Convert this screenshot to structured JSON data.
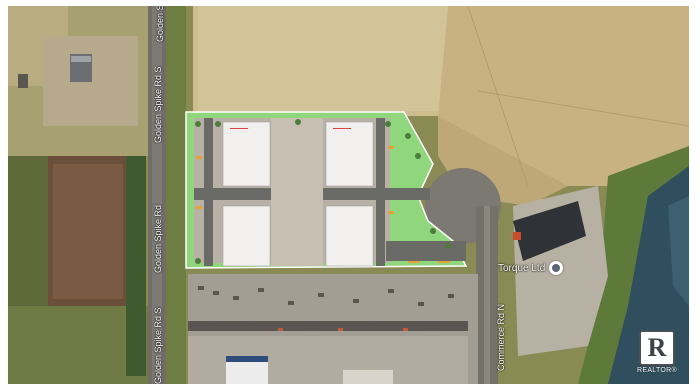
{
  "map": {
    "road_labels": [
      "Golden Spike Rd S",
      "Golden Spike Rd",
      "Golden Spike Rd S",
      "Golden Spike Rd S",
      "Commerce Rd N"
    ],
    "poi": {
      "label": "Torque Ltd",
      "icon": "location-pin-icon"
    },
    "watermark": {
      "letter": "R",
      "text": "REALTOR",
      "trademark": "®"
    },
    "colors": {
      "field": "#c9b98a",
      "grass": "#7a8a4a",
      "site_green": "#8ed67a",
      "road": "#6e6c64",
      "water": "#2f4f5e"
    }
  }
}
